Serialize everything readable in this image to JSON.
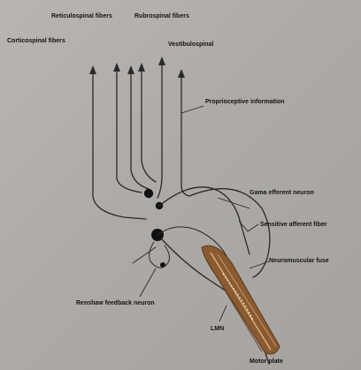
{
  "labels": {
    "reticulospinal": "Reticulospinal fibers",
    "rubrospinal": "Rubrospinal fibers",
    "corticospinal": "Corticospinal fibers",
    "vestibulospinal": "Vestibulospinal",
    "proprioceptive": "Proprioceptive information",
    "gamma_efferent": "Gama efferent neuron",
    "sensitive_afferent": "Sensitive afferent fiber",
    "neuromuscular_fuse": "Neuromuscular fuse",
    "renshaw": "Renshaw feedback neuron",
    "lmn": "LMN",
    "motor_plate": "Motor plate"
  },
  "colors": {
    "background": "#adaaa7",
    "ink": "#2a2a2a",
    "muscle": "#8a5a30",
    "muscle_highlight": "#d8b488"
  }
}
